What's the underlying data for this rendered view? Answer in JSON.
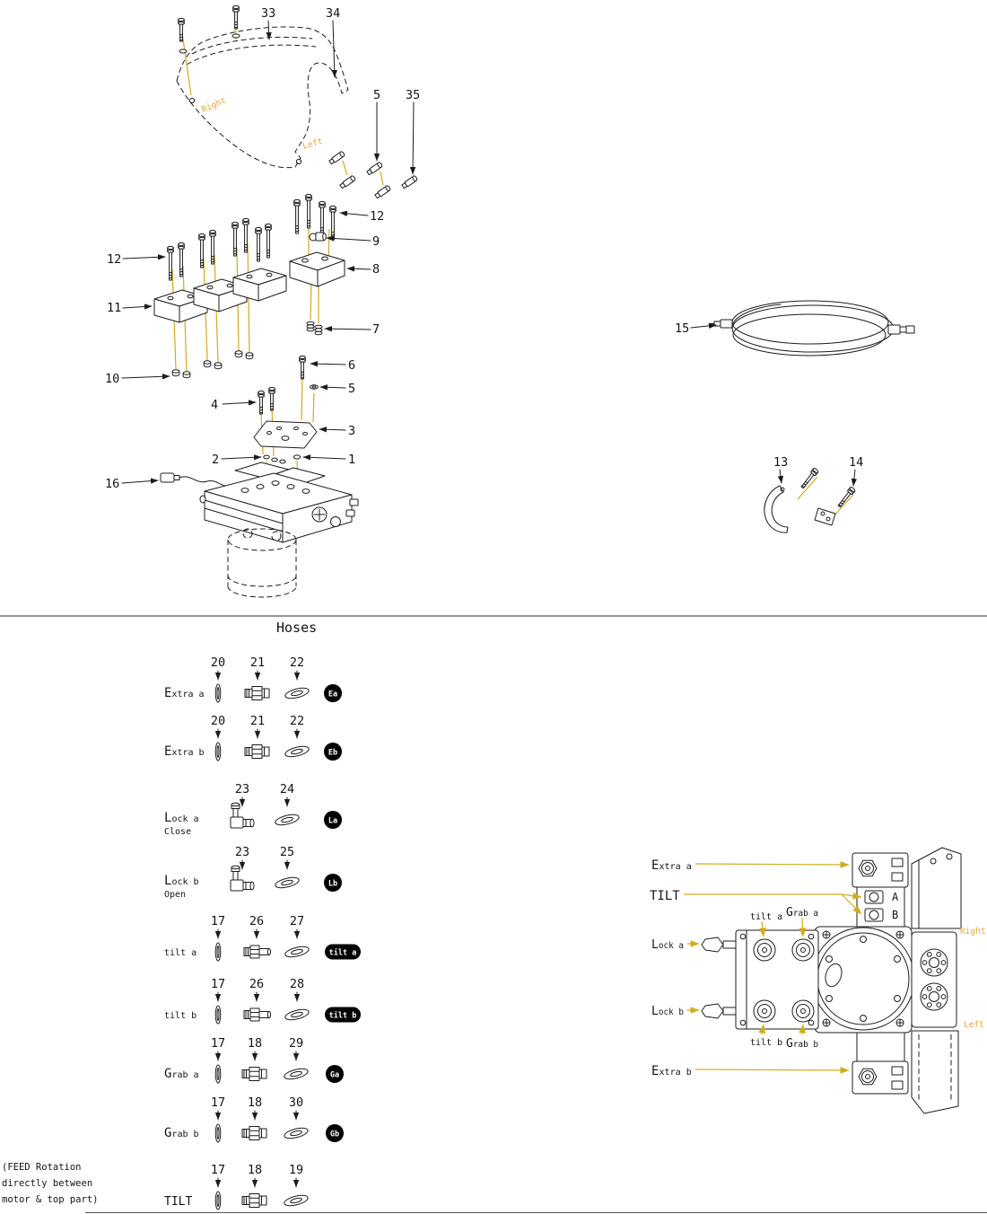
{
  "colors": {
    "ink": "#1c1c1c",
    "leader_yellow": "#d2ab1e",
    "orange": "#eda43b",
    "badge_bg": "#000000",
    "badge_fg": "#ffffff"
  },
  "top": {
    "orientation": {
      "right": "Right",
      "left": "Left"
    },
    "callouts": {
      "c33": "33",
      "c34": "34",
      "c5a": "5",
      "c35": "35",
      "c12a": "12",
      "c9": "9",
      "c8": "8",
      "c7": "7",
      "c12b": "12",
      "c11": "11",
      "c10": "10",
      "c6": "6",
      "c5b": "5",
      "c4": "4",
      "c3": "3",
      "c2": "2",
      "c1": "1",
      "c16": "16",
      "c15": "15",
      "c13": "13",
      "c14": "14"
    }
  },
  "hoses": {
    "title": "Hoses",
    "rows": [
      {
        "label": "Extra a",
        "label2": "",
        "badge": "Ea",
        "parts": [
          {
            "num": "20",
            "icon": "seal"
          },
          {
            "num": "21",
            "icon": "union"
          },
          {
            "num": "22",
            "icon": "washer"
          }
        ]
      },
      {
        "label": "Extra b",
        "label2": "",
        "badge": "Eb",
        "parts": [
          {
            "num": "20",
            "icon": "seal"
          },
          {
            "num": "21",
            "icon": "union"
          },
          {
            "num": "22",
            "icon": "washer"
          }
        ]
      },
      {
        "label": "Lock a",
        "label2": "Close",
        "badge": "La",
        "parts": [
          {
            "num": "23",
            "icon": "elbow"
          },
          {
            "num": "24",
            "icon": "washer"
          }
        ]
      },
      {
        "label": "Lock b",
        "label2": "Open",
        "badge": "Lb",
        "parts": [
          {
            "num": "23",
            "icon": "elbow"
          },
          {
            "num": "25",
            "icon": "washer"
          }
        ]
      },
      {
        "label": "tilt a",
        "label2": "",
        "badge": "tilt a",
        "parts": [
          {
            "num": "17",
            "icon": "seal"
          },
          {
            "num": "26",
            "icon": "stud"
          },
          {
            "num": "27",
            "icon": "washer"
          }
        ]
      },
      {
        "label": "tilt b",
        "label2": "",
        "badge": "tilt b",
        "parts": [
          {
            "num": "17",
            "icon": "seal"
          },
          {
            "num": "26",
            "icon": "stud"
          },
          {
            "num": "28",
            "icon": "washer"
          }
        ]
      },
      {
        "label": "Grab a",
        "label2": "",
        "badge": "Ga",
        "parts": [
          {
            "num": "17",
            "icon": "seal"
          },
          {
            "num": "18",
            "icon": "union"
          },
          {
            "num": "29",
            "icon": "washer"
          }
        ]
      },
      {
        "label": "Grab b",
        "label2": "",
        "badge": "Gb",
        "parts": [
          {
            "num": "17",
            "icon": "seal"
          },
          {
            "num": "18",
            "icon": "union"
          },
          {
            "num": "30",
            "icon": "washer"
          }
        ]
      },
      {
        "label": "TILT",
        "label2": "",
        "badge": null,
        "parts": [
          {
            "num": "17",
            "icon": "seal"
          },
          {
            "num": "18",
            "icon": "union"
          },
          {
            "num": "19",
            "icon": "washer"
          }
        ]
      }
    ],
    "footnote": [
      "(FEED Rotation",
      "directly between",
      "motor & top part)"
    ]
  },
  "rotator": {
    "labels": {
      "extra_a": "Extra a",
      "tilt": "TILT",
      "lock_a": "Lock a",
      "lock_b": "Lock b",
      "extra_b": "Extra b",
      "tilt_a": "tilt a",
      "grab_a": "Grab a",
      "tilt_b": "tilt b",
      "grab_b": "Grab b",
      "port_a": "A",
      "port_b": "B",
      "right": "Right",
      "left": "Left"
    }
  }
}
